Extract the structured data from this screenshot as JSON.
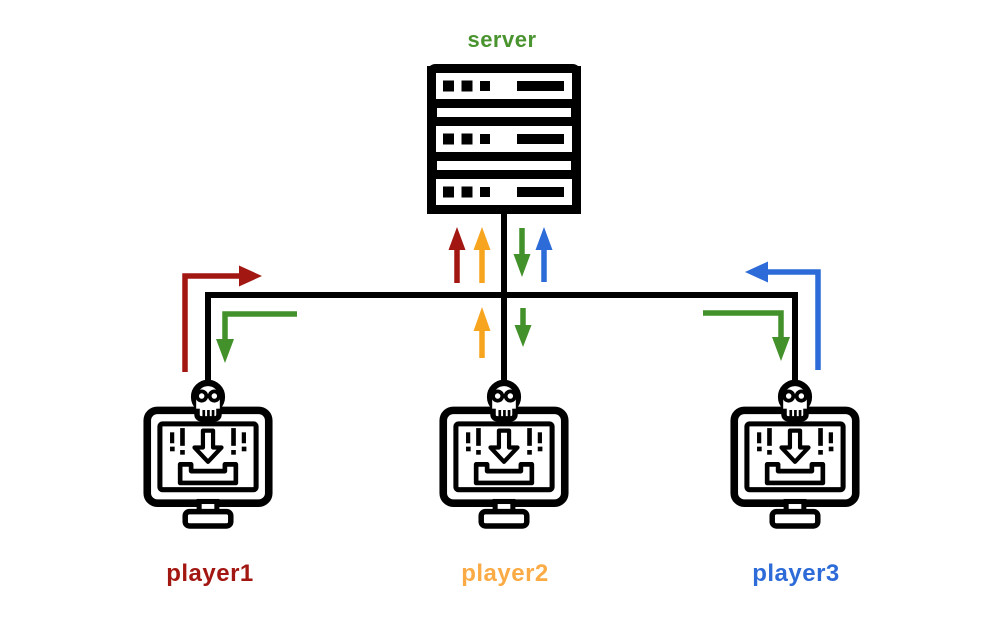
{
  "server": {
    "label": "server"
  },
  "players": [
    {
      "label": "player1"
    },
    {
      "label": "player2"
    },
    {
      "label": "player3"
    }
  ],
  "colors": {
    "ink": "#000000",
    "background": "#ffffff",
    "red": "#a31712",
    "orange": "#f7a41f",
    "orange-label": "#fbab45",
    "green": "#43912a",
    "green-label": "#4a9430",
    "blue": "#2c6bd8"
  },
  "arrows": {
    "at_server": [
      {
        "color": "red",
        "direction": "up"
      },
      {
        "color": "orange",
        "direction": "up"
      },
      {
        "color": "green",
        "direction": "down"
      },
      {
        "color": "blue",
        "direction": "up"
      }
    ],
    "at_player1": [
      {
        "color": "red",
        "direction": "up-to-server"
      },
      {
        "color": "green",
        "direction": "down-to-player"
      }
    ],
    "at_player2": [
      {
        "color": "orange",
        "direction": "up-to-server"
      },
      {
        "color": "green",
        "direction": "down-to-player"
      }
    ],
    "at_player3": [
      {
        "color": "blue",
        "direction": "up-to-server"
      },
      {
        "color": "green",
        "direction": "down-to-player"
      }
    ]
  }
}
